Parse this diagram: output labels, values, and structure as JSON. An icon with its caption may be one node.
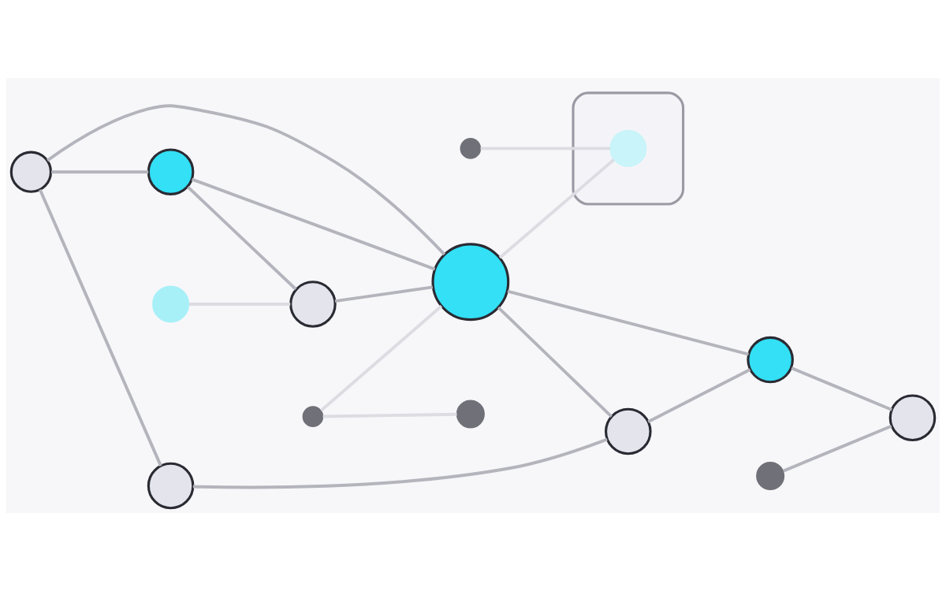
{
  "diagram": {
    "nodes": [
      {
        "text": [],
        "shape": "circle"
      },
      {
        "text": [],
        "shape": "circle"
      },
      {
        "text": [],
        "shape": "circle"
      },
      {
        "text": [],
        "shape": "circle"
      },
      {
        "text": [],
        "shape": "circle"
      },
      {
        "text": [],
        "shape": "circle"
      },
      {
        "text": [],
        "shape": "circle"
      },
      {
        "text": [],
        "shape": "circle"
      },
      {
        "text": [],
        "shape": "circle"
      },
      {
        "text": [],
        "shape": "box"
      },
      {
        "text": [],
        "shape": "circle",
        "in": 9
      },
      {
        "text": [],
        "shape": "circle"
      },
      {
        "text": [],
        "shape": "circle"
      },
      {
        "text": [],
        "shape": "circle"
      },
      {
        "text": [],
        "shape": "circle"
      }
    ],
    "edges": [
      {
        "from": 0,
        "to": 2,
        "arrow": "none"
      },
      {
        "from": 2,
        "to": 4,
        "arrow": "none"
      },
      {
        "from": 5,
        "to": 7,
        "arrow": "none"
      },
      {
        "from": 0,
        "to": 11,
        "arrow": "none"
      },
      {
        "from": 0,
        "to": 8,
        "arrow": "none"
      },
      {
        "from": 2,
        "to": 8,
        "arrow": "none"
      },
      {
        "from": 4,
        "to": 8,
        "arrow": "none"
      },
      {
        "from": 8,
        "to": 13,
        "arrow": "none"
      },
      {
        "from": 8,
        "to": 14,
        "arrow": "none"
      },
      {
        "from": 11,
        "to": 13,
        "arrow": "none"
      },
      {
        "from": 13,
        "to": 14,
        "arrow": "none"
      },
      {
        "from": 14,
        "to": 7,
        "arrow": "none"
      },
      {
        "from": 1,
        "to": 12,
        "arrow": "none",
        "color": "#dcdce2"
      },
      {
        "from": 1,
        "to": 8,
        "arrow": "none",
        "color": "#dcdce2"
      },
      {
        "from": 8,
        "to": 10,
        "arrow": "none",
        "color": "#dcdce2"
      },
      {
        "from": 6,
        "to": 10,
        "arrow": "none",
        "color": "#dcdce2"
      },
      {
        "from": 3,
        "to": 4,
        "arrow": "none",
        "color": "#dcdce2"
      }
    ]
  }
}
